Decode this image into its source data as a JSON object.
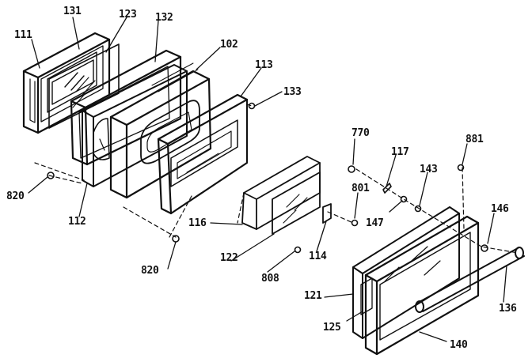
{
  "diagram": {
    "type": "exploded-parts-view",
    "line_color": "#111111",
    "background": "#ffffff",
    "callouts": [
      {
        "id": "c111",
        "text": "111"
      },
      {
        "id": "c131",
        "text": "131"
      },
      {
        "id": "c123",
        "text": "123"
      },
      {
        "id": "c132",
        "text": "132"
      },
      {
        "id": "c102",
        "text": "102"
      },
      {
        "id": "c113",
        "text": "113"
      },
      {
        "id": "c133",
        "text": "133"
      },
      {
        "id": "c820a",
        "text": "820"
      },
      {
        "id": "c112",
        "text": "112"
      },
      {
        "id": "c116",
        "text": "116"
      },
      {
        "id": "c820b",
        "text": "820"
      },
      {
        "id": "c122",
        "text": "122"
      },
      {
        "id": "c114",
        "text": "114"
      },
      {
        "id": "c808",
        "text": "808"
      },
      {
        "id": "c770",
        "text": "770"
      },
      {
        "id": "c117",
        "text": "117"
      },
      {
        "id": "c801",
        "text": "801"
      },
      {
        "id": "c147",
        "text": "147"
      },
      {
        "id": "c143",
        "text": "143"
      },
      {
        "id": "c881",
        "text": "881"
      },
      {
        "id": "c146",
        "text": "146"
      },
      {
        "id": "c121",
        "text": "121"
      },
      {
        "id": "c125",
        "text": "125"
      },
      {
        "id": "c136",
        "text": "136"
      },
      {
        "id": "c140",
        "text": "140"
      }
    ]
  }
}
